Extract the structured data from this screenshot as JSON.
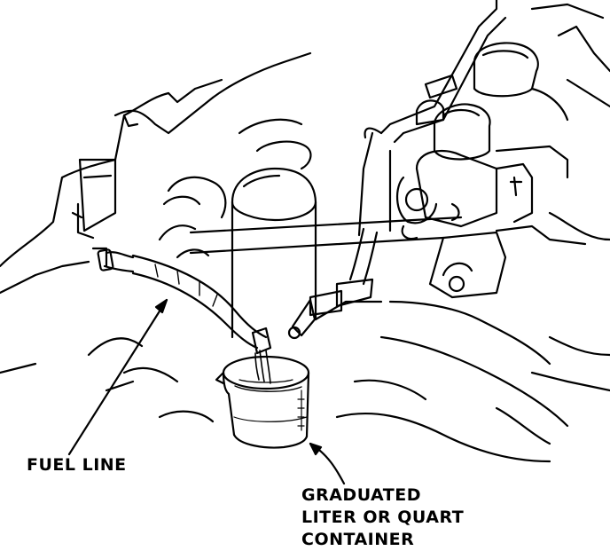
{
  "labels": {
    "fuel_line": "FUEL LINE",
    "container": [
      "GRADUATED",
      "LITER OR QUART",
      "CONTAINER"
    ]
  },
  "colors": {
    "ink": "#000000",
    "paper": "#ffffff"
  }
}
